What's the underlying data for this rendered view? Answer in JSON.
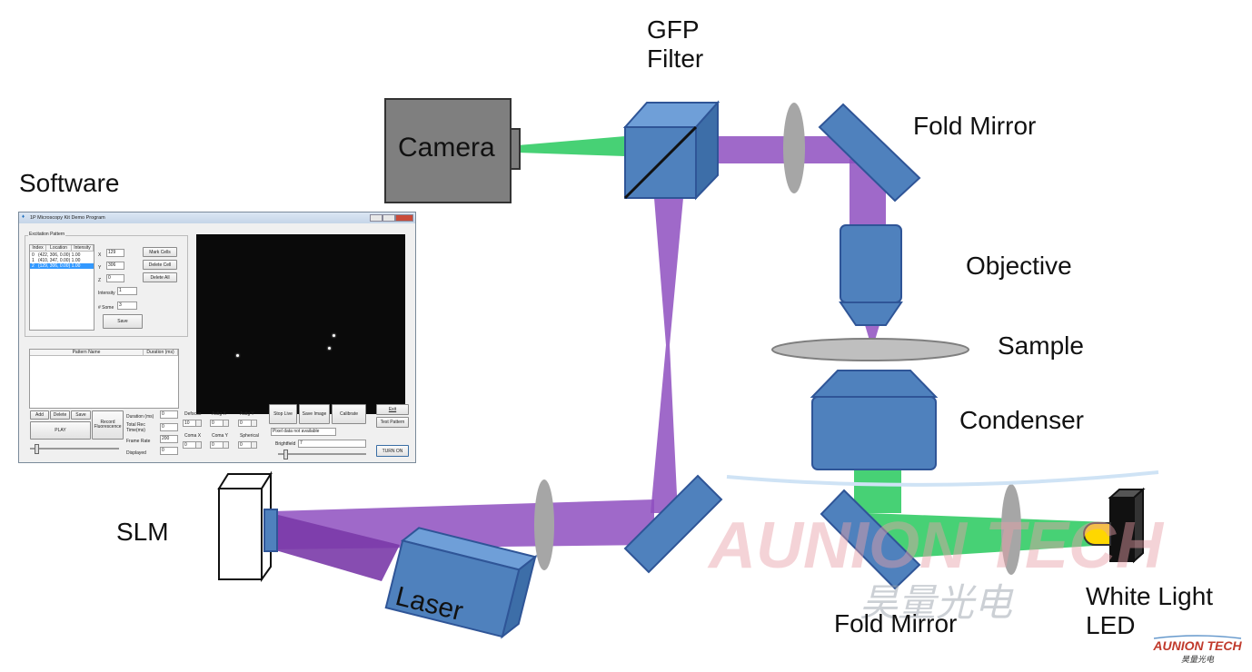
{
  "labels": {
    "gfp_filter": [
      "GFP",
      "Filter"
    ],
    "fold_mirror_top": "Fold Mirror",
    "objective": "Objective",
    "sample": "Sample",
    "condenser": "Condenser",
    "camera": "Camera",
    "software": "Software",
    "slm": "SLM",
    "laser": "Laser",
    "white_light_led": [
      "White Light",
      "LED"
    ],
    "fold_mirror_bottom": "Fold Mirror"
  },
  "watermark": {
    "text": "AUNION TECH",
    "subtext": "昊量光电",
    "logo_text": "AUNION TECH",
    "logo_subtext": "昊量光电"
  },
  "colors": {
    "component_blue": "#4f81bd",
    "component_edge": "#2f5597",
    "purple_beam": "#9b59c9",
    "green_beam": "#33cc66",
    "lens_gray": "#a6a6a6",
    "camera_gray": "#7f7f7f",
    "led_yellow": "#ffd700"
  },
  "software": {
    "window_title": "1P Microscopy Kit Demo Program",
    "excitation_group": "Excitation Pattern",
    "table_headers": [
      "Index",
      "Location",
      "Intensity"
    ],
    "table_rows": [
      {
        "index": "0",
        "location": "(422, 306, 0.00)",
        "intensity": "1.00",
        "selected": false
      },
      {
        "index": "1",
        "location": "(410, 347, 0.00)",
        "intensity": "1.00",
        "selected": false
      },
      {
        "index": "2",
        "location": "(129, 306, 0.00)",
        "intensity": "1.00",
        "selected": true
      }
    ],
    "x_label": "X",
    "x_value": "129",
    "y_label": "Y",
    "y_value": "306",
    "z_label": "Z",
    "z_value": "0",
    "intensity_label": "Intensity",
    "intensity_value": "1",
    "nsome_label": "# Some",
    "nsome_value": "3",
    "save_label": "Save",
    "mark_cells_label": "Mark Cells",
    "delete_cell_label": "Delete Cell",
    "delete_all_label": "Delete All",
    "pattern_headers": [
      "Pattern Name",
      "Duration (ms)"
    ],
    "add_label": "Add",
    "delete_label": "Delete",
    "save2_label": "Save",
    "play_label": "PLAY",
    "record_label": "Record Fluorescence",
    "duration_label": "Duration (ms)",
    "duration_value": "0",
    "total_rec_label": "Total Rec Time(ms)",
    "total_rec_value": "0",
    "frame_rate_label": "Frame Rate",
    "frame_rate_value": "200",
    "displayed_label": "Displayed",
    "displayed_value": "0",
    "defocus_label": "Defocus",
    "defocus_value": "10",
    "astig_x_label": "Astig X",
    "astig_x_value": "0",
    "astig_y_label": "Astig Y",
    "astig_y_value": "0",
    "coma_x_label": "Coma X",
    "coma_x_value": "0",
    "coma_y_label": "Coma Y",
    "coma_y_value": "0",
    "spherical_label": "Spherical",
    "spherical_value": "0",
    "stop_live_label": "Stop Live",
    "save_image_label": "Save Image",
    "calibrate_label": "Calibrate",
    "exit_label": "Exit",
    "test_pattern_label": "Test Pattern",
    "pixel_data_label": "Pixel data not available",
    "brightfield_label": "Brightfield",
    "brightfield_value": "7",
    "turn_on_label": "TURN ON"
  }
}
